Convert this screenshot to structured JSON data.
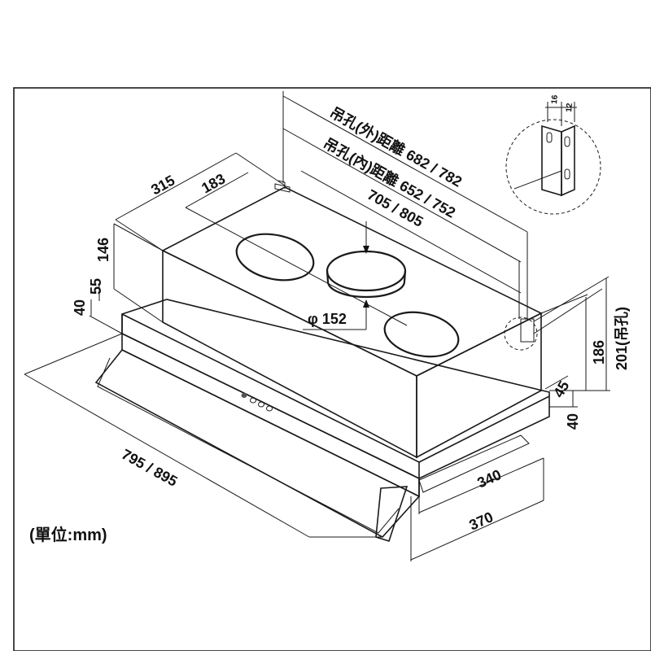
{
  "diagram": {
    "unit_label": "(單位:mm)",
    "dimensions": {
      "depth_top": "315",
      "depth_inner": "183",
      "height_body": "146",
      "height_55": "55",
      "height_40_left": "40",
      "hole_outer_label": "吊孔(外)距離 682 / 782",
      "hole_inner_label": "吊孔(內)距離 652 / 752",
      "body_width": "705 / 805",
      "duct_diameter": "φ 152",
      "total_width": "795 / 895",
      "height_186": "186",
      "height_201": "201(吊孔)",
      "dim_45": "45",
      "height_40_right": "40",
      "depth_340": "340",
      "depth_370": "370",
      "bracket_16": "16",
      "bracket_12": "12"
    }
  }
}
